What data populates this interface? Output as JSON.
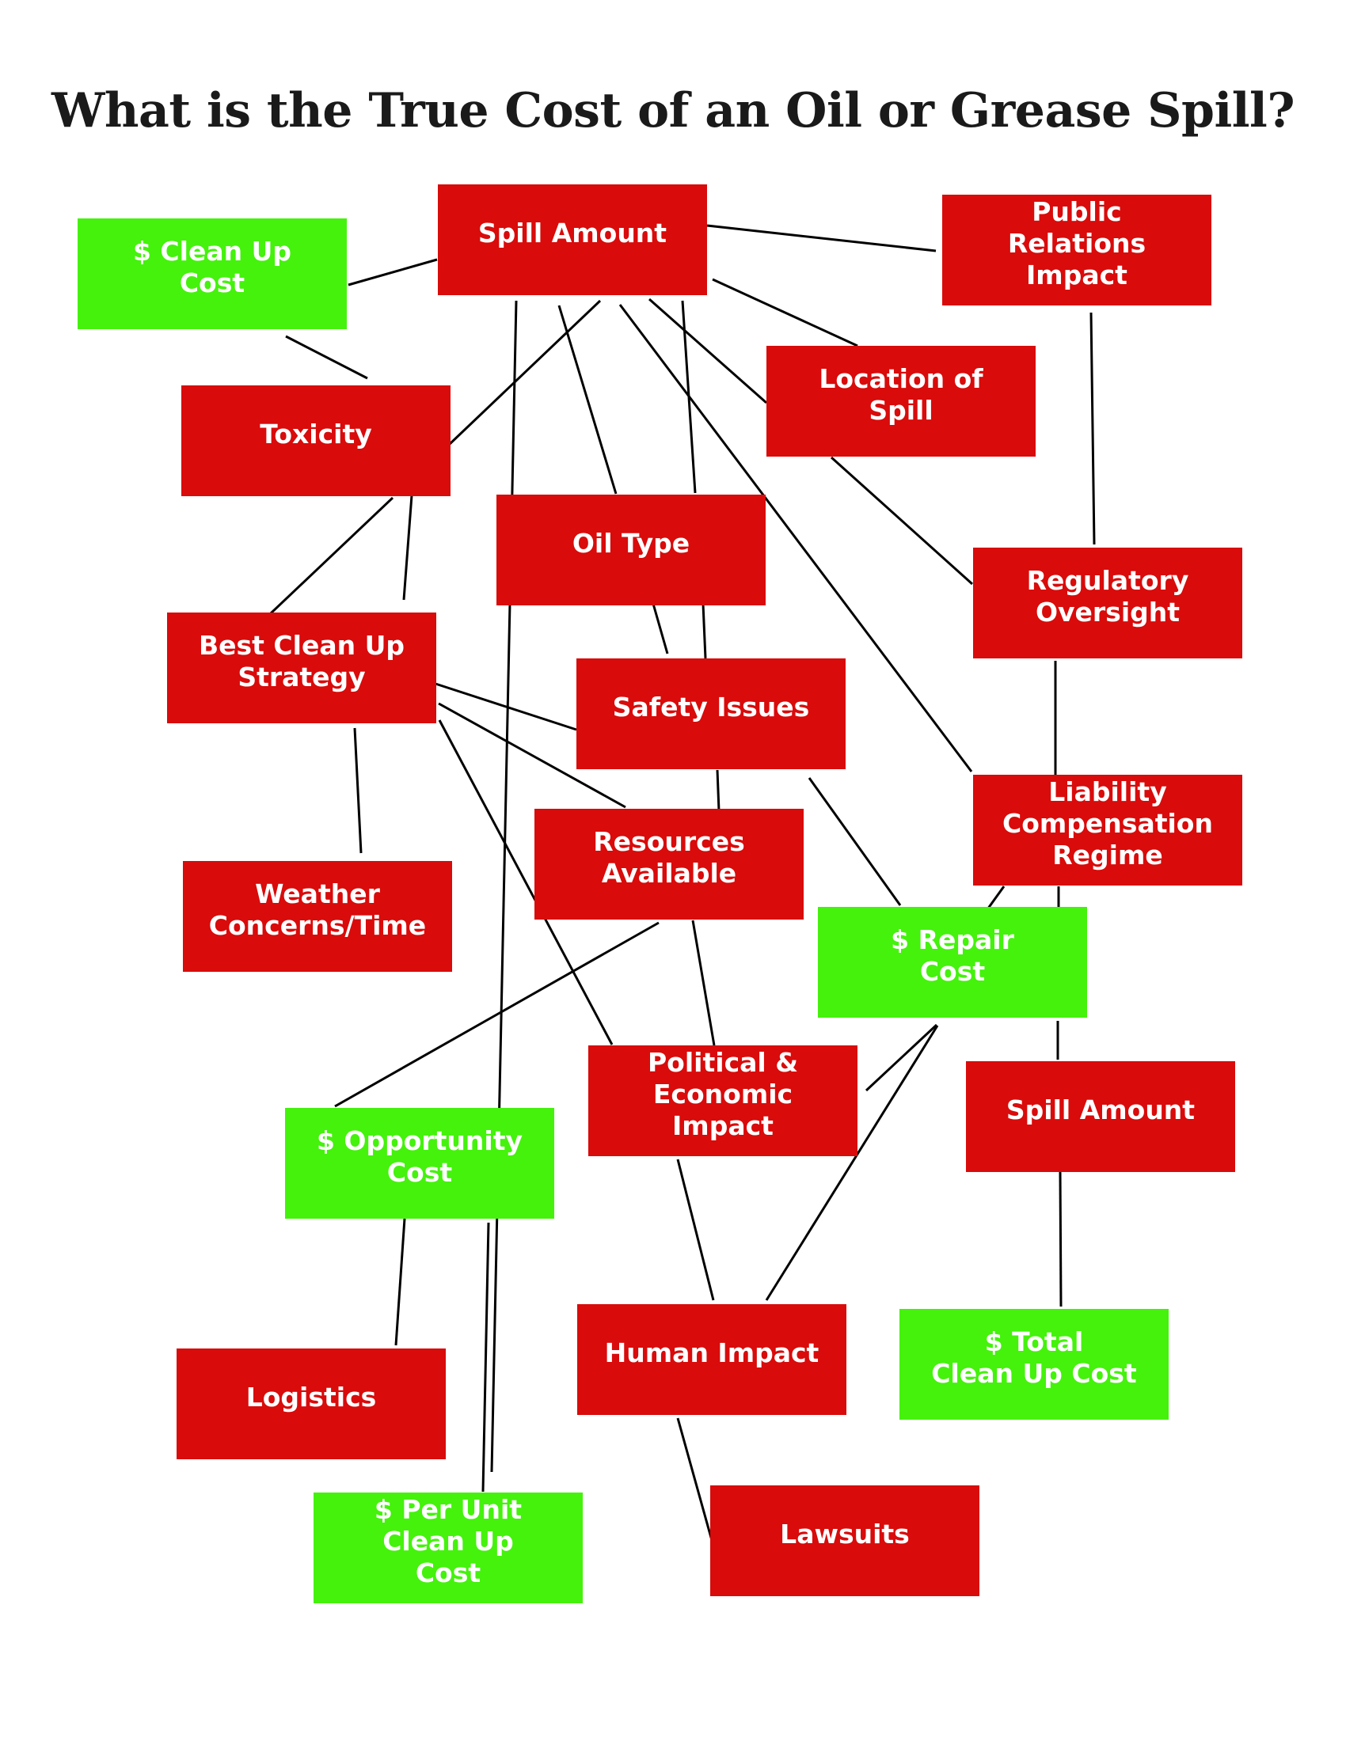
{
  "title": "What is the True Cost of an Oil or Grease Spill?",
  "colors": {
    "cost_factor": "#d90b0b",
    "dollar_cost": "#44f20c",
    "connector": "#000000"
  },
  "nodes": {
    "spill_amount_top": "Spill Amount",
    "clean_up_cost": "$ Clean Up\nCost",
    "public_relations": "Public\nRelations\nImpact",
    "toxicity": "Toxicity",
    "location_of_spill": "Location of\nSpill",
    "oil_type": "Oil Type",
    "regulatory_oversight": "Regulatory\nOversight",
    "best_clean_up_strategy": "Best Clean Up\nStrategy",
    "safety_issues": "Safety Issues",
    "liability_regime": "Liability\nCompensation\nRegime",
    "weather_concerns": "Weather\nConcerns/Time",
    "resources_available": "Resources\nAvailable",
    "repair_cost": "$ Repair\nCost",
    "political_economic": "Political &\nEconomic\nImpact",
    "spill_amount_bottom": "Spill Amount",
    "opportunity_cost": "$ Opportunity\nCost",
    "logistics": "Logistics",
    "human_impact": "Human Impact",
    "total_clean_up_cost": "$ Total\nClean Up Cost",
    "per_unit_clean_up_cost": "$ Per Unit\nClean Up\nCost",
    "lawsuits": "Lawsuits"
  }
}
